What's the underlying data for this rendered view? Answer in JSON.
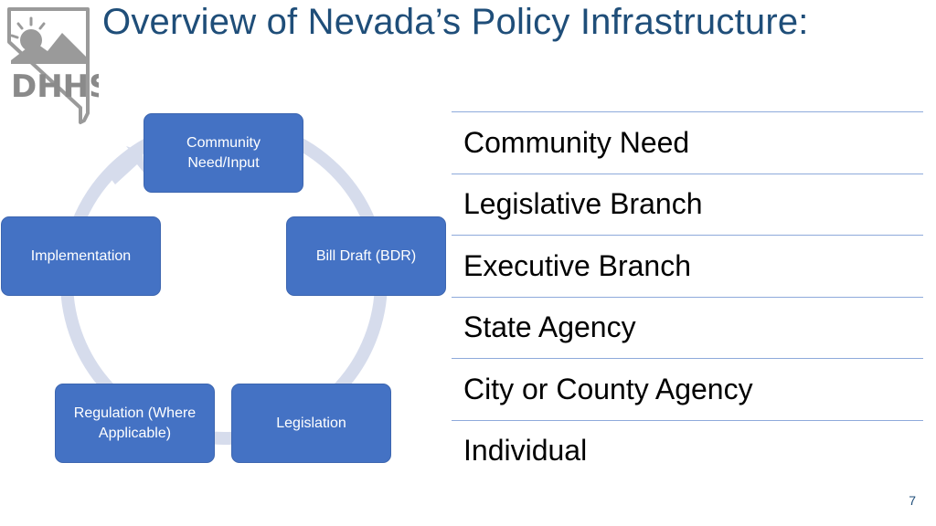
{
  "slide": {
    "title": "Overview of Nevada’s Policy Infrastructure:",
    "page_number": "7"
  },
  "logo": {
    "text": "DHHS",
    "color": "#8a8a8a"
  },
  "cycle": {
    "nodes": [
      "Community Need/Input",
      "Bill Draft (BDR)",
      "Legislation",
      "Regulation (Where Applicable)",
      "Implementation"
    ],
    "node_color": "#4472c4",
    "ring_color": "#d6dcec"
  },
  "levels": [
    "Community Need",
    "Legislative Branch",
    "Executive Branch",
    "State Agency",
    "City or County Agency",
    "Individual"
  ],
  "colors": {
    "title": "#1f4e79",
    "divider": "#8eaadb"
  }
}
